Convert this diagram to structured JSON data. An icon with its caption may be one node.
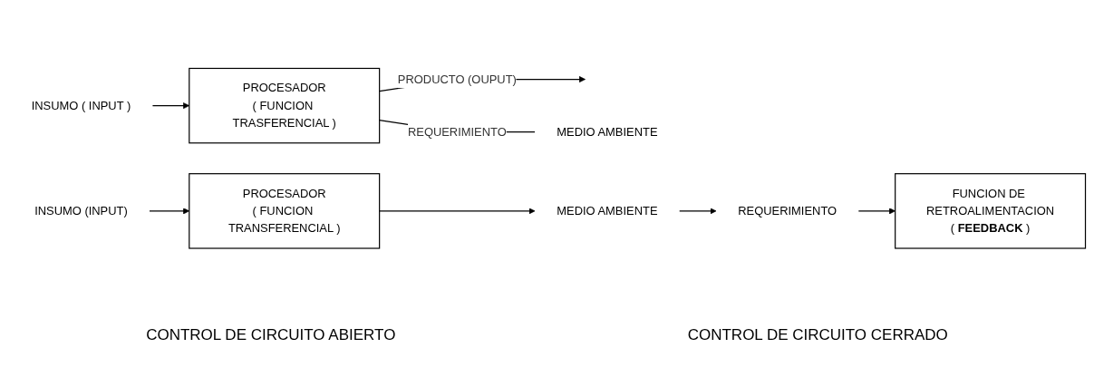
{
  "diagram": {
    "nodes": [
      {
        "text": [
          "INSUMO ( INPUT )"
        ]
      },
      {
        "text": [
          "PROCESADOR",
          "( FUNCION TRASFERENCIAL )"
        ]
      },
      {
        "text": [
          "MEDIO AMBIENTE"
        ]
      },
      {
        "text": [
          "INSUMO (INPUT)"
        ]
      },
      {
        "text": [
          "PROCESADOR",
          "( FUNCION TRANSFERENCIAL )"
        ]
      },
      {
        "text": [
          "MEDIO AMBIENTE"
        ]
      },
      {
        "text": [
          "FUNCION DE RETROALIMENTACION",
          "( **FEEDBACK** )"
        ]
      },
      {
        "text": [
          "REQUERIMIENTO"
        ]
      }
    ],
    "edges": [
      {
        "from": 0,
        "to": 1,
        "arrow": "to"
      },
      {
        "from": 1,
        "to": null,
        "arrow": "to",
        "label": "PRODUCTO (OUPUT)"
      },
      {
        "from": 1,
        "to": 2,
        "arrow": "none",
        "label": "REQUERIMIENTO"
      },
      {
        "from": 3,
        "to": 4,
        "arrow": "to"
      },
      {
        "from": 4,
        "to": 5,
        "arrow": "to"
      },
      {
        "from": 5,
        "to": 7,
        "arrow": "to"
      },
      {
        "from": 7,
        "to": 6,
        "arrow": "to"
      }
    ],
    "labels": [
      "CONTROL DE CIRCUITO ABIERTO",
      "CONTROL DE CIRCUITO CERRADO"
    ]
  }
}
